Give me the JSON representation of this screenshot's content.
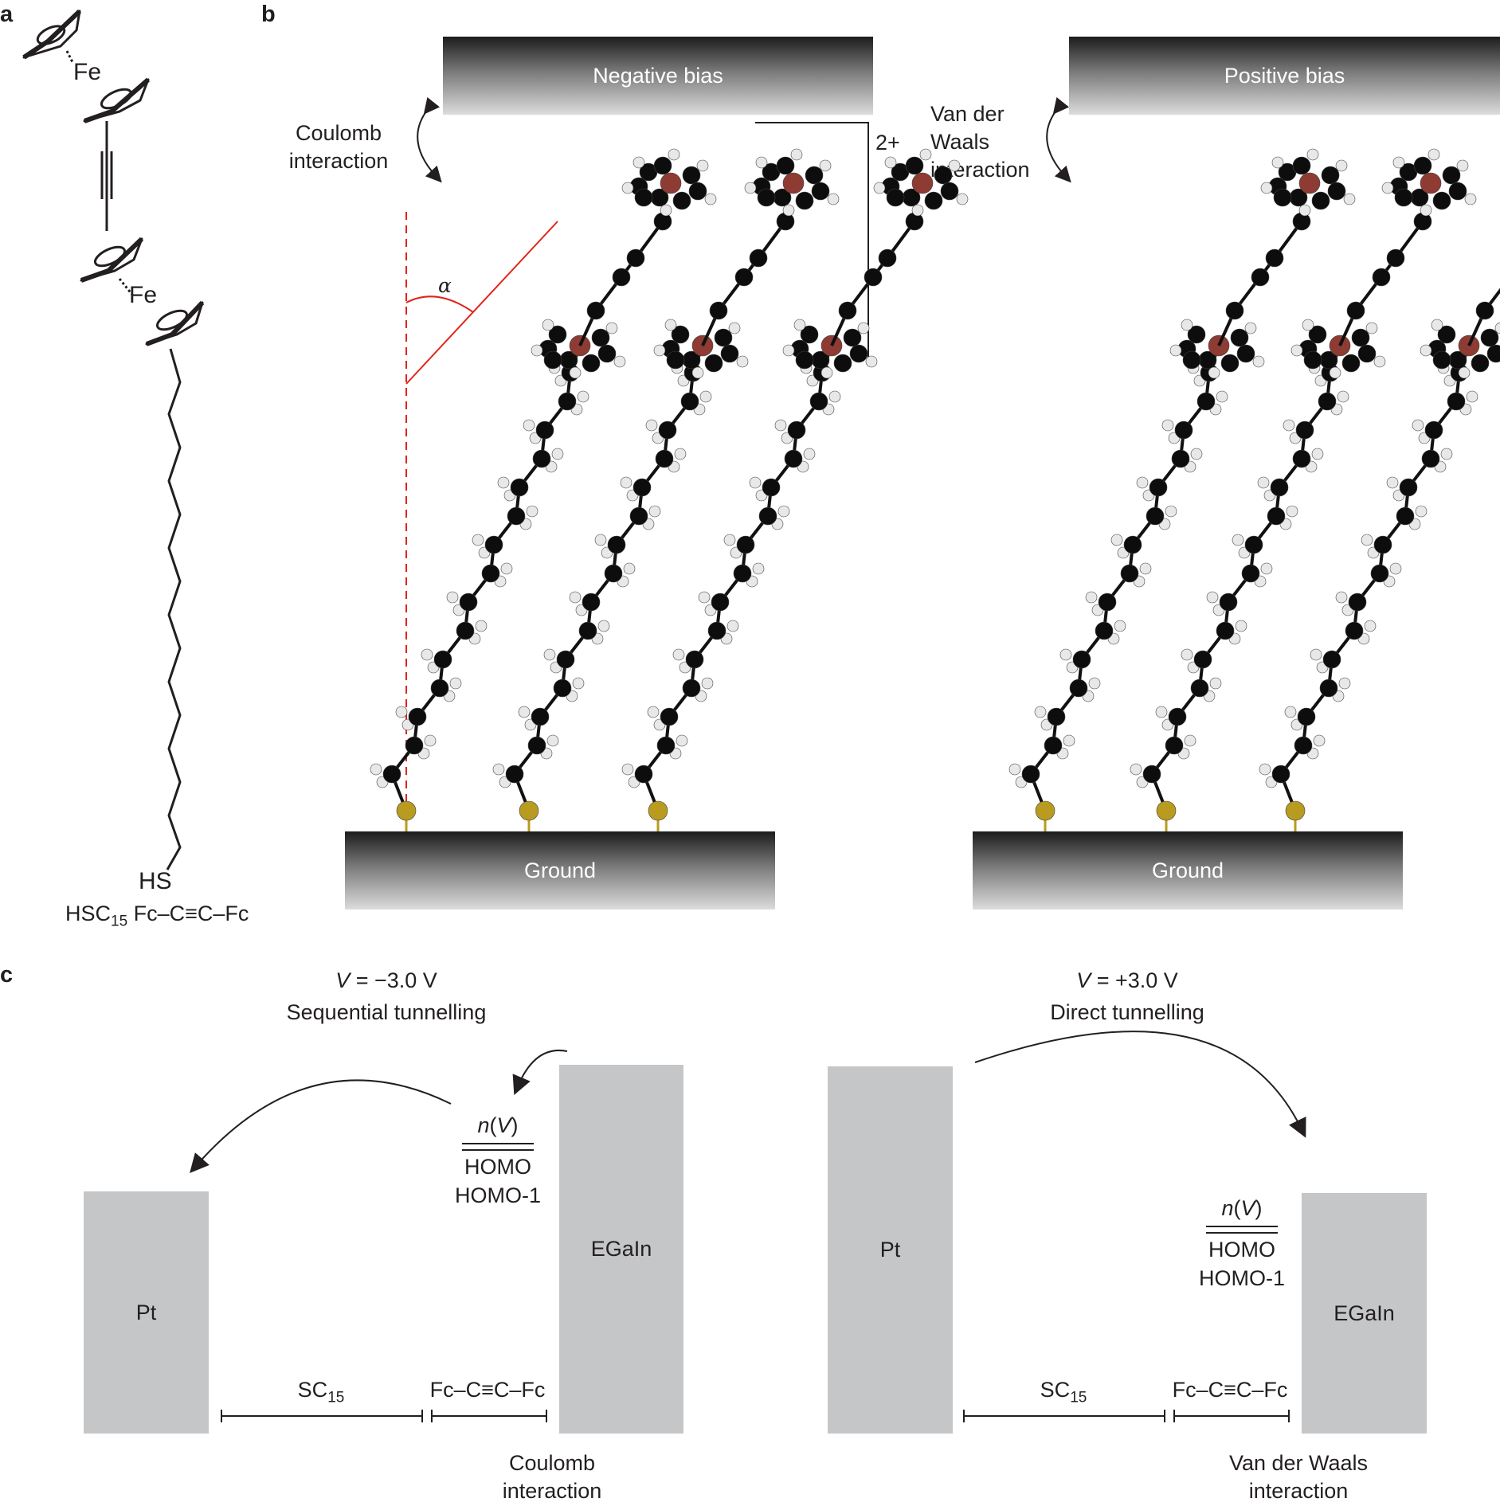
{
  "panel_a": {
    "letter": "a",
    "fe_label_1": "Fe",
    "fe_label_2": "Fe",
    "hs_label": "HS",
    "formula_prefix": "HSC",
    "formula_sub": "15",
    "formula_suffix": " Fc–C≡C–Fc"
  },
  "panel_b": {
    "letter": "b",
    "left": {
      "top_electrode": "Negative bias",
      "bottom_electrode": "Ground",
      "interaction_line1": "Coulomb",
      "interaction_line2": "interaction",
      "charge_label": "2+",
      "angle_label": "α"
    },
    "right": {
      "top_electrode": "Positive bias",
      "bottom_electrode": "Ground",
      "interaction_line1": "Van der",
      "interaction_line2": "Waals",
      "interaction_line3": "interaction"
    }
  },
  "panel_c": {
    "letter": "c",
    "left": {
      "voltage_italic": "V",
      "voltage_rest": " = −3.0 V",
      "mechanism": "Sequential tunnelling",
      "electrode_left": "Pt",
      "electrode_right": "EGaIn",
      "level_nv_italic_n": "n",
      "level_nv_paren_open": "(",
      "level_nv_italic_v": "V",
      "level_nv_paren_close": ")",
      "homo": "HOMO",
      "homo1": "HOMO-1",
      "segment1_main": "SC",
      "segment1_sub": "15",
      "segment2": "Fc–C≡C–Fc",
      "interaction_line1": "Coulomb",
      "interaction_line2": "interaction"
    },
    "right": {
      "voltage_italic": "V",
      "voltage_rest": " = +3.0 V",
      "mechanism": "Direct tunnelling",
      "electrode_left": "Pt",
      "electrode_right": "EGaIn",
      "level_nv_italic_n": "n",
      "level_nv_paren_open": "(",
      "level_nv_italic_v": "V",
      "level_nv_paren_close": ")",
      "homo": "HOMO",
      "homo1": "HOMO-1",
      "segment1_main": "SC",
      "segment1_sub": "15",
      "segment2": "Fc–C≡C–Fc",
      "interaction_line1": "Van der Waals",
      "interaction_line2": "interaction"
    }
  },
  "colors": {
    "carbon": "#0d0d0d",
    "hydrogen": "#e8e8e8",
    "iron": "#8e3b33",
    "sulfur": "#b89b1f",
    "electrode_gray": "#c5c6c8",
    "annotation_red": "#e2231a"
  }
}
